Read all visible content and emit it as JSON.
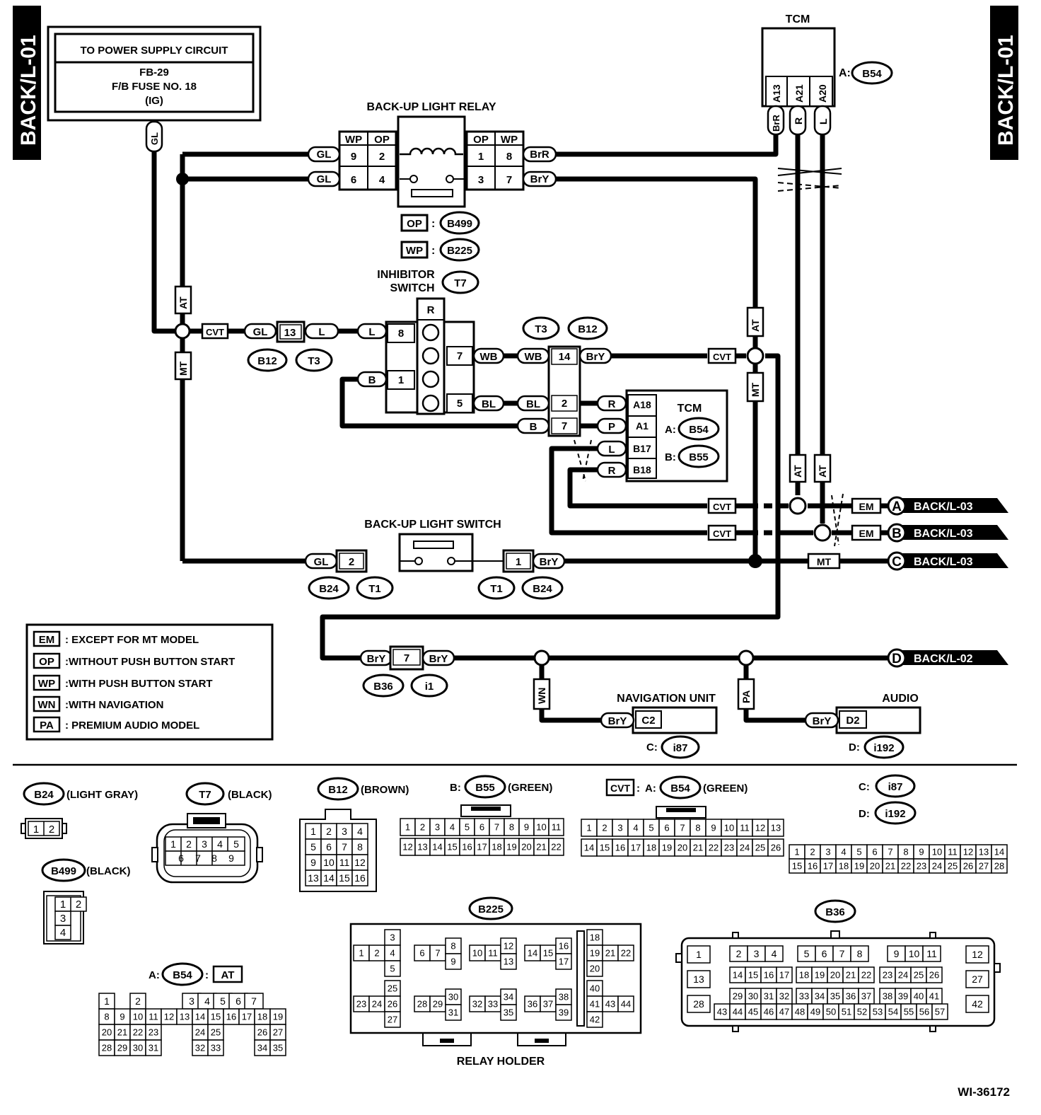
{
  "side_tab_left": "BACK/L-01",
  "side_tab_right": "BACK/L-01",
  "power_supply": {
    "header": "TO POWER SUPPLY CIRCUIT",
    "line1": "FB-29",
    "line2": "F/B FUSE NO. 18",
    "line3": "(IG)"
  },
  "tcm_top": {
    "title": "TCM",
    "prefix": "A:",
    "connector": "B54",
    "pins": [
      "A13",
      "A21",
      "A20"
    ],
    "wires": [
      "BrR",
      "R",
      "L"
    ]
  },
  "relay": {
    "title": "BACK-UP LIGHT RELAY",
    "left_headers": [
      "WP",
      "OP"
    ],
    "right_headers": [
      "OP",
      "WP"
    ],
    "left_row1": [
      "9",
      "2"
    ],
    "left_row2": [
      "6",
      "4"
    ],
    "right_row1": [
      "1",
      "8"
    ],
    "right_row2": [
      "3",
      "7"
    ],
    "legend_op": "OP",
    "legend_op_conn": "B499",
    "legend_wp": "WP",
    "legend_wp_conn": "B225"
  },
  "inhibitor": {
    "title1": "INHIBITOR",
    "title2": "SWITCH",
    "connector": "T7",
    "top_pin": "R",
    "left_pins": [
      "8",
      "1"
    ],
    "right_pins": [
      "7",
      "5"
    ]
  },
  "tcm_mid": {
    "title": "TCM",
    "a_prefix": "A:",
    "a_conn": "B54",
    "b_prefix": "B:",
    "b_conn": "B55",
    "pins": [
      "A18",
      "A1",
      "B17",
      "B18"
    ],
    "wires": [
      "R",
      "P",
      "L",
      "R"
    ]
  },
  "conn_t3_b12": {
    "c1": "T3",
    "c2": "B12",
    "pins": [
      "14",
      "2",
      "7"
    ]
  },
  "conn_b12_t3": {
    "c1": "B12",
    "c2": "T3",
    "pin": "13"
  },
  "wires": {
    "GL": "GL",
    "L": "L",
    "B": "B",
    "WB": "WB",
    "BL": "BL",
    "BrY": "BrY",
    "BrR": "BrR"
  },
  "tags": {
    "AT": "AT",
    "MT": "MT",
    "CVT": "CVT",
    "EM": "EM",
    "WN": "WN",
    "PA": "PA"
  },
  "backup_switch": {
    "title": "BACK-UP LIGHT SWITCH",
    "pin_left": "2",
    "pin_right": "1",
    "conn_left": [
      "B24",
      "T1"
    ],
    "conn_right": [
      "T1",
      "B24"
    ]
  },
  "outputs": [
    {
      "letter": "A",
      "label": "BACK/L-03"
    },
    {
      "letter": "B",
      "label": "BACK/L-03"
    },
    {
      "letter": "C",
      "label": "BACK/L-03"
    },
    {
      "letter": "D",
      "label": "BACK/L-02"
    }
  ],
  "conn_b36": {
    "pin": "7",
    "c1": "B36",
    "c2": "i1"
  },
  "navigation": {
    "title": "NAVIGATION UNIT",
    "pin": "C2",
    "prefix": "C:",
    "connector": "i87"
  },
  "audio": {
    "title": "AUDIO",
    "pin": "D2",
    "prefix": "D:",
    "connector": "i192"
  },
  "legend": [
    {
      "code": "EM",
      "text": ": EXCEPT FOR MT MODEL"
    },
    {
      "code": "OP",
      "text": ":WITHOUT PUSH BUTTON START"
    },
    {
      "code": "WP",
      "text": ":WITH PUSH BUTTON START"
    },
    {
      "code": "WN",
      "text": ":WITH NAVIGATION"
    },
    {
      "code": "PA",
      "text": ": PREMIUM AUDIO MODEL"
    }
  ],
  "connectors": {
    "b24": {
      "name": "B24",
      "color": "(LIGHT GRAY)",
      "pins": [
        "1",
        "2"
      ]
    },
    "t7": {
      "name": "T7",
      "color": "(BLACK)",
      "row1": [
        "1",
        "2",
        "3",
        "4",
        "5"
      ],
      "row2": [
        "6",
        "7",
        "8",
        "9"
      ]
    },
    "b12": {
      "name": "B12",
      "color": "(BROWN)"
    },
    "b499": {
      "name": "B499",
      "color": "(BLACK)",
      "pins": [
        "1",
        "2",
        "3",
        "4"
      ]
    },
    "b55": {
      "prefix": "B:",
      "name": "B55",
      "color": "(GREEN)"
    },
    "b54": {
      "prefix": "A:",
      "name": "B54",
      "color": "(GREEN)",
      "tag": "CVT"
    },
    "i87": {
      "prefix": "C:",
      "name": "i87"
    },
    "i192": {
      "prefix": "D:",
      "name": "i192"
    },
    "b54_at": {
      "prefix": "A:",
      "name": "B54",
      "tag": "AT"
    },
    "b225": {
      "name": "B225",
      "caption": "RELAY HOLDER"
    },
    "b36": {
      "name": "B36"
    }
  },
  "figure_id": "WI-36172"
}
